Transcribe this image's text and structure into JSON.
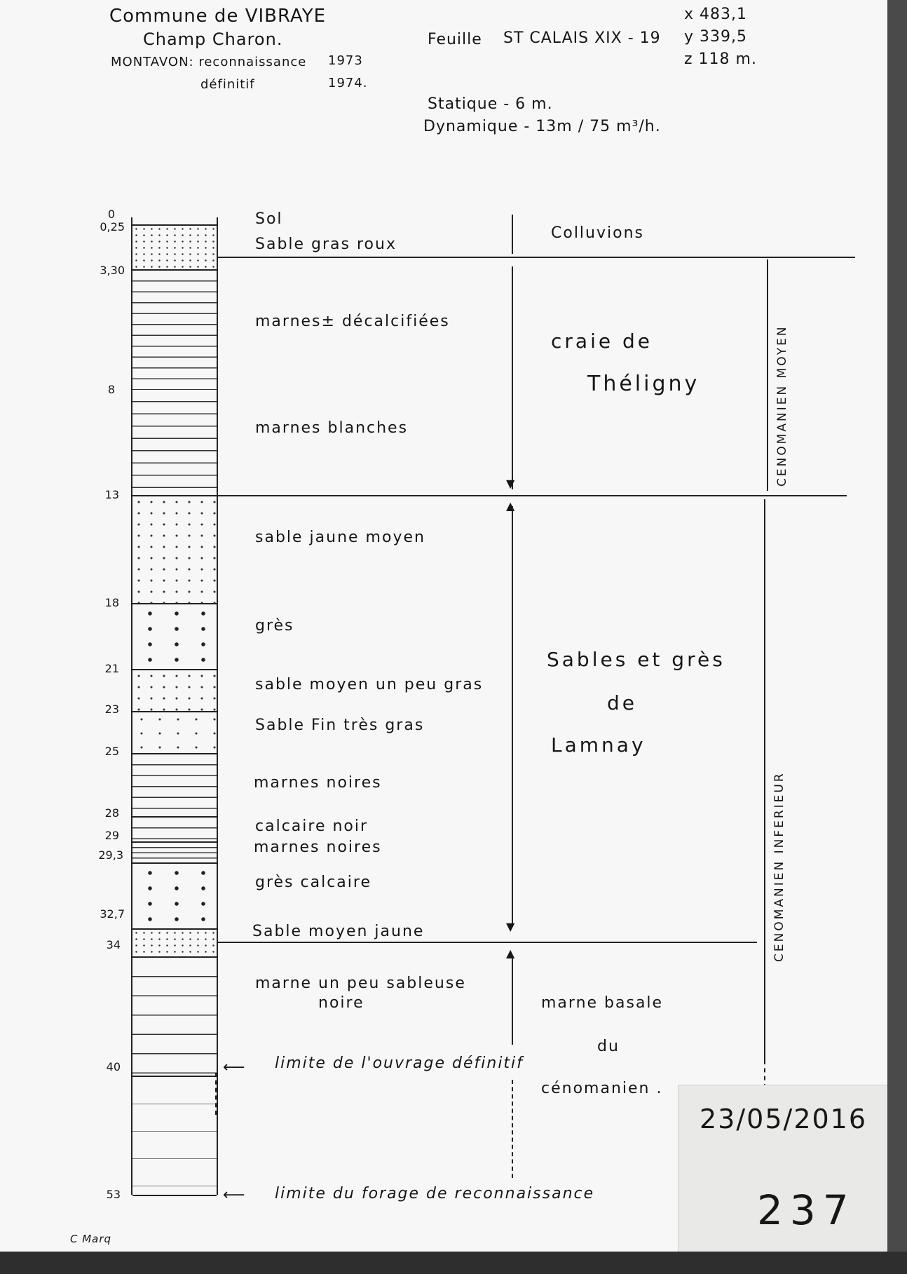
{
  "header": {
    "commune": "Commune de VIBRAYE",
    "site": "Champ Charon.",
    "montavon_reco": "MONTAVON: reconnaissance",
    "year_reco": "1973",
    "definitif": "définitif",
    "year_def": "1974.",
    "feuille": "Feuille",
    "sheet": "ST CALAIS  XIX - 19",
    "coords": {
      "x": "x  483,1",
      "y": "y  339,5",
      "z": "z  118 m."
    },
    "statique": "Statique  - 6 m.",
    "dynamique": "Dynamique - 13m  / 75 m³/h."
  },
  "depths": [
    "0",
    "0,25",
    "3,30",
    "8",
    "13",
    "18",
    "21",
    "23",
    "25",
    "28",
    "29",
    "29,3",
    "32,7",
    "34",
    "40",
    "53"
  ],
  "lithology": [
    "Sol",
    "Sable  gras  roux",
    "marnes±  décalcifiées",
    "marnes     blanches",
    "sable  jaune   moyen",
    "grès",
    "sable  moyen  un peu  gras",
    "Sable   Fin   très   gras",
    "marnes   noires",
    "calcaire   noir",
    "marnes      noires",
    "grès    calcaire",
    "Sable    moyen    jaune",
    "marne  un  peu  sableuse",
    "noire"
  ],
  "formations": {
    "colluvions": "Colluvions",
    "craie_1": "craie   de",
    "craie_2": "Théligny",
    "sables_1": "Sables  et  grès",
    "sables_2": "de",
    "sables_3": "Lamnay",
    "marne_1": "marne    basale",
    "marne_2": "du",
    "marne_3": "cénomanien ."
  },
  "stages": {
    "moyen": "CENOMANIEN  MOYEN",
    "inferieur": "CENOMANIEN    INFERIEUR"
  },
  "limits": {
    "ouvrage": "limite  de  l'ouvrage  définitif",
    "forage": "limite   du  forage  de  reconnaissance"
  },
  "signature": "C Marq",
  "stamp": {
    "date": "23/05/2016",
    "number": "237"
  }
}
